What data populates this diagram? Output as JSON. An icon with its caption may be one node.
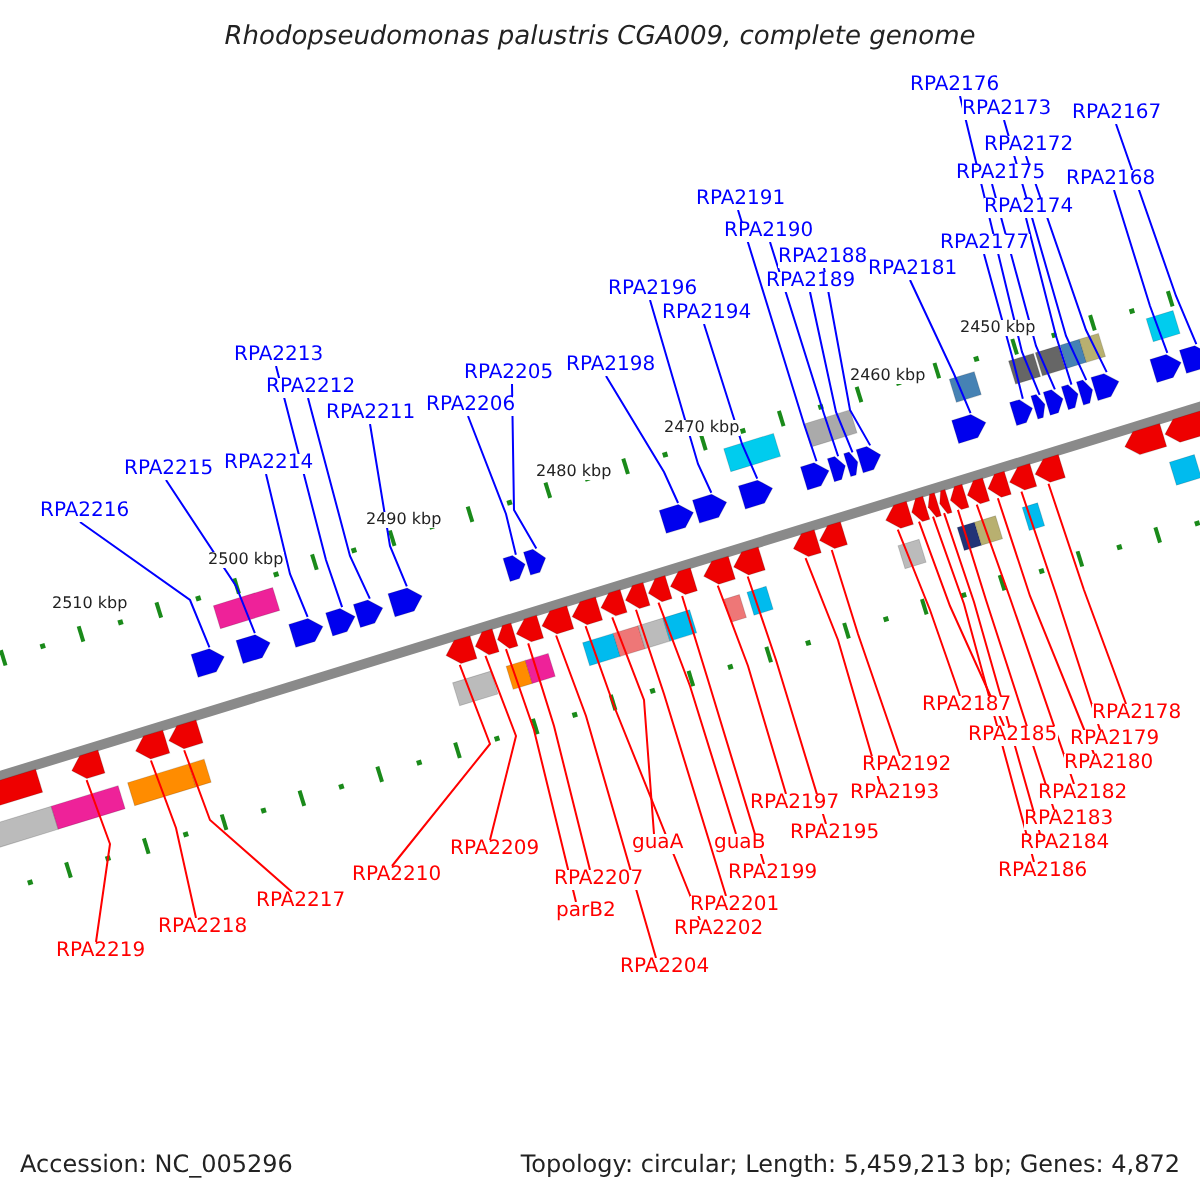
{
  "diagram": {
    "title": "Rhodopseudomonas palustris CGA009, complete genome",
    "nodes": [
      {
        "text": [
          "RPA2216"
        ]
      },
      {
        "text": [
          "RPA2215"
        ]
      },
      {
        "text": [
          "RPA2214"
        ]
      },
      {
        "text": [
          "RPA2213"
        ]
      },
      {
        "text": [
          "RPA2212"
        ]
      },
      {
        "text": [
          "RPA2211"
        ]
      },
      {
        "text": [
          "RPA2206"
        ]
      },
      {
        "text": [
          "RPA2205"
        ]
      },
      {
        "text": [
          "RPA2198"
        ]
      },
      {
        "text": [
          "RPA2196"
        ]
      },
      {
        "text": [
          "RPA2194"
        ]
      },
      {
        "text": [
          "RPA2191"
        ]
      },
      {
        "text": [
          "RPA2190"
        ]
      },
      {
        "text": [
          "RPA2188"
        ]
      },
      {
        "text": [
          "RPA2189"
        ]
      },
      {
        "text": [
          "RPA2181"
        ]
      },
      {
        "text": [
          "RPA2177"
        ]
      },
      {
        "text": [
          "RPA2175"
        ]
      },
      {
        "text": [
          "RPA2174"
        ]
      },
      {
        "text": [
          "RPA2176"
        ]
      },
      {
        "text": [
          "RPA2173"
        ]
      },
      {
        "text": [
          "RPA2172"
        ]
      },
      {
        "text": [
          "RPA2168"
        ]
      },
      {
        "text": [
          "RPA2167"
        ]
      },
      {
        "text": [
          "RPA2219"
        ]
      },
      {
        "text": [
          "RPA2218"
        ]
      },
      {
        "text": [
          "RPA2217"
        ]
      },
      {
        "text": [
          "RPA2210"
        ]
      },
      {
        "text": [
          "RPA2209"
        ]
      },
      {
        "text": [
          "RPA2207"
        ]
      },
      {
        "text": [
          "parB2"
        ]
      },
      {
        "text": [
          "RPA2204"
        ]
      },
      {
        "text": [
          "RPA2202"
        ]
      },
      {
        "text": [
          "guaA"
        ]
      },
      {
        "text": [
          "RPA2201"
        ]
      },
      {
        "text": [
          "guaB"
        ]
      },
      {
        "text": [
          "RPA2199"
        ]
      },
      {
        "text": [
          "RPA2197"
        ]
      },
      {
        "text": [
          "RPA2195"
        ]
      },
      {
        "text": [
          "RPA2192"
        ]
      },
      {
        "text": [
          "RPA2193"
        ]
      },
      {
        "text": [
          "RPA2187"
        ]
      },
      {
        "text": [
          "RPA2185"
        ]
      },
      {
        "text": [
          "RPA2186"
        ]
      },
      {
        "text": [
          "RPA2184"
        ]
      },
      {
        "text": [
          "RPA2183"
        ]
      },
      {
        "text": [
          "RPA2182"
        ]
      },
      {
        "text": [
          "RPA2180"
        ]
      },
      {
        "text": [
          "RPA2179"
        ]
      },
      {
        "text": [
          "RPA2178"
        ]
      },
      {
        "text": [],
        "shape": "box"
      },
      {
        "text": [],
        "shape": "box"
      },
      {
        "text": [],
        "shape": "box"
      },
      {
        "text": [],
        "shape": "box"
      },
      {
        "text": [],
        "shape": "box"
      },
      {
        "text": [],
        "shape": "box"
      },
      {
        "text": [],
        "shape": "box"
      },
      {
        "text": [],
        "shape": "box"
      },
      {
        "text": [],
        "shape": "box"
      },
      {
        "text": [],
        "shape": "box"
      },
      {
        "text": [],
        "shape": "box"
      },
      {
        "text": [],
        "shape": "box"
      },
      {
        "text": [],
        "shape": "box"
      },
      {
        "text": [],
        "shape": "box"
      },
      {
        "text": [],
        "shape": "box"
      },
      {
        "text": [],
        "shape": "box"
      },
      {
        "text": [],
        "shape": "box"
      },
      {
        "text": [],
        "shape": "box"
      },
      {
        "text": [],
        "shape": "box"
      },
      {
        "text": [],
        "shape": "box"
      },
      {
        "text": [],
        "shape": "box"
      },
      {
        "text": [],
        "shape": "box"
      },
      {
        "text": [],
        "shape": "box"
      },
      {
        "text": [],
        "shape": "box"
      },
      {
        "text": [],
        "shape": "box"
      },
      {
        "text": [],
        "shape": "box"
      },
      {
        "text": [],
        "shape": "box"
      },
      {
        "text": [],
        "shape": "box"
      },
      {
        "text": [],
        "shape": "box"
      },
      {
        "text": [],
        "shape": "box"
      },
      {
        "text": [],
        "shape": "box"
      },
      {
        "text": [],
        "shape": "box"
      },
      {
        "text": [],
        "shape": "box"
      },
      {
        "text": [],
        "shape": "box"
      },
      {
        "text": [],
        "shape": "box"
      },
      {
        "text": [],
        "shape": "box"
      },
      {
        "text": [],
        "shape": "box"
      },
      {
        "text": [],
        "shape": "box"
      },
      {
        "text": [],
        "shape": "box"
      },
      {
        "text": [],
        "shape": "box"
      },
      {
        "text": [],
        "shape": "box"
      },
      {
        "text": [],
        "shape": "box"
      },
      {
        "text": [],
        "shape": "box"
      },
      {
        "text": [],
        "shape": "box"
      },
      {
        "text": [],
        "shape": "box"
      },
      {
        "text": [],
        "shape": "box"
      },
      {
        "text": [],
        "shape": "box"
      },
      {
        "text": [],
        "shape": "box"
      },
      {
        "text": [],
        "shape": "box"
      },
      {
        "text": [],
        "shape": "box"
      }
    ],
    "edges": [
      {
        "from": 0,
        "to": 53,
        "arrow": "none",
        "color": "#0000ff"
      },
      {
        "from": 1,
        "to": 54,
        "arrow": "none",
        "color": "#0000ff"
      },
      {
        "from": 2,
        "to": 55,
        "arrow": "none",
        "color": "#0000ff"
      },
      {
        "from": 3,
        "to": 56,
        "arrow": "none",
        "color": "#0000ff"
      },
      {
        "from": 4,
        "to": 57,
        "arrow": "none",
        "color": "#0000ff"
      },
      {
        "from": 5,
        "to": 58,
        "arrow": "none",
        "color": "#0000ff"
      },
      {
        "from": 6,
        "to": 63,
        "arrow": "none",
        "color": "#0000ff"
      },
      {
        "from": 7,
        "to": 64,
        "arrow": "none",
        "color": "#0000ff"
      },
      {
        "from": 8,
        "to": 71,
        "arrow": "none",
        "color": "#0000ff"
      },
      {
        "from": 9,
        "to": 73,
        "arrow": "none",
        "color": "#0000ff"
      },
      {
        "from": 10,
        "to": 75,
        "arrow": "none",
        "color": "#0000ff"
      },
      {
        "from": 11,
        "to": 78,
        "arrow": "none",
        "color": "#0000ff"
      },
      {
        "from": 12,
        "to": 79,
        "arrow": "none",
        "color": "#0000ff"
      },
      {
        "from": 13,
        "to": 81,
        "arrow": "none",
        "color": "#0000ff"
      },
      {
        "from": 14,
        "to": 80,
        "arrow": "none",
        "color": "#0000ff"
      },
      {
        "from": 15,
        "to": 88,
        "arrow": "none",
        "color": "#0000ff"
      },
      {
        "from": 16,
        "to": 91,
        "arrow": "none",
        "color": "#0000ff"
      },
      {
        "from": 17,
        "to": 94,
        "arrow": "none",
        "color": "#0000ff"
      },
      {
        "from": 18,
        "to": 95,
        "arrow": "none",
        "color": "#0000ff"
      },
      {
        "from": 19,
        "to": 93,
        "arrow": "none",
        "color": "#0000ff"
      },
      {
        "from": 20,
        "to": 96,
        "arrow": "none",
        "color": "#0000ff"
      },
      {
        "from": 21,
        "to": 97,
        "arrow": "none",
        "color": "#0000ff"
      },
      {
        "from": 22,
        "to": 98,
        "arrow": "none",
        "color": "#0000ff"
      },
      {
        "from": 23,
        "to": 99,
        "arrow": "none",
        "color": "#0000ff"
      },
      {
        "from": 24,
        "to": 50,
        "arrow": "none"
      },
      {
        "from": 25,
        "to": 51,
        "arrow": "none"
      },
      {
        "from": 26,
        "to": 52,
        "arrow": "none"
      },
      {
        "from": 27,
        "to": 59,
        "arrow": "none"
      },
      {
        "from": 28,
        "to": 60,
        "arrow": "none"
      },
      {
        "from": 29,
        "to": 62,
        "arrow": "none"
      },
      {
        "from": 30,
        "to": 61,
        "arrow": "none"
      },
      {
        "from": 31,
        "to": 65,
        "arrow": "none"
      },
      {
        "from": 32,
        "to": 66,
        "arrow": "none"
      },
      {
        "from": 33,
        "to": 67,
        "arrow": "none"
      },
      {
        "from": 34,
        "to": 68,
        "arrow": "none"
      },
      {
        "from": 35,
        "to": 69,
        "arrow": "none"
      },
      {
        "from": 36,
        "to": 70,
        "arrow": "none"
      },
      {
        "from": 37,
        "to": 72,
        "arrow": "none"
      },
      {
        "from": 38,
        "to": 74,
        "arrow": "none"
      },
      {
        "from": 39,
        "to": 77,
        "arrow": "none"
      },
      {
        "from": 40,
        "to": 76,
        "arrow": "none"
      },
      {
        "from": 41,
        "to": 82,
        "arrow": "none"
      },
      {
        "from": 42,
        "to": 83,
        "arrow": "none"
      },
      {
        "from": 43,
        "to": 84,
        "arrow": "none"
      },
      {
        "from": 44,
        "to": 85,
        "arrow": "none"
      },
      {
        "from": 45,
        "to": 86,
        "arrow": "none"
      },
      {
        "from": 46,
        "to": 87,
        "arrow": "none"
      },
      {
        "from": 47,
        "to": 89,
        "arrow": "none"
      },
      {
        "from": 48,
        "to": 90,
        "arrow": "none"
      },
      {
        "from": 49,
        "to": 92,
        "arrow": "none"
      }
    ],
    "labels": [
      "2510 kbp",
      "2500 kbp",
      "2490 kbp",
      "2480 kbp",
      "2470 kbp",
      "2460 kbp",
      "2450 kbp",
      "Accession: NC_005296",
      "Topology: circular; Length: 5,459,213 bp; Genes: 4,872"
    ]
  }
}
